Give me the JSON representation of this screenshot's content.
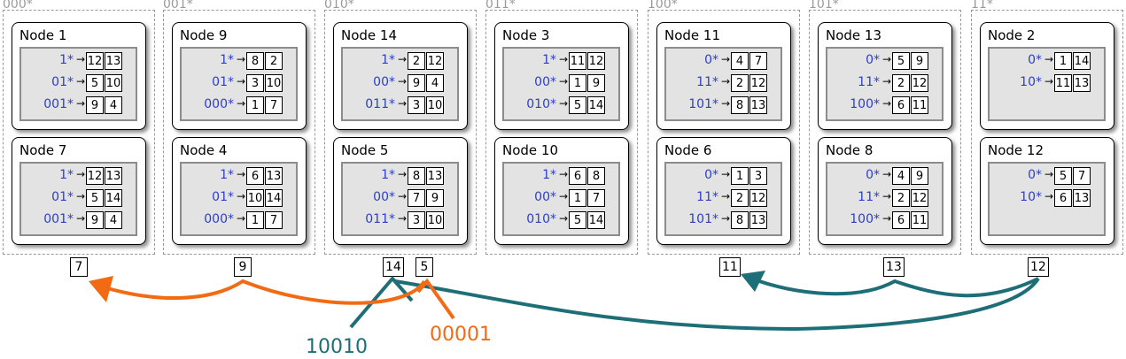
{
  "groups": [
    {
      "label": "000*",
      "nodes": [
        {
          "title": "Node 1",
          "rows": [
            {
              "prefix": "1*",
              "a": "12",
              "b": "13"
            },
            {
              "prefix": "01*",
              "a": "5",
              "b": "10"
            },
            {
              "prefix": "001*",
              "a": "9",
              "b": "4"
            }
          ]
        },
        {
          "title": "Node 7",
          "rows": [
            {
              "prefix": "1*",
              "a": "12",
              "b": "13"
            },
            {
              "prefix": "01*",
              "a": "5",
              "b": "14"
            },
            {
              "prefix": "001*",
              "a": "9",
              "b": "4"
            }
          ]
        }
      ]
    },
    {
      "label": "001*",
      "nodes": [
        {
          "title": "Node 9",
          "rows": [
            {
              "prefix": "1*",
              "a": "8",
              "b": "2"
            },
            {
              "prefix": "01*",
              "a": "3",
              "b": "10"
            },
            {
              "prefix": "000*",
              "a": "1",
              "b": "7"
            }
          ]
        },
        {
          "title": "Node 4",
          "rows": [
            {
              "prefix": "1*",
              "a": "6",
              "b": "13"
            },
            {
              "prefix": "01*",
              "a": "10",
              "b": "14"
            },
            {
              "prefix": "000*",
              "a": "1",
              "b": "7"
            }
          ]
        }
      ]
    },
    {
      "label": "010*",
      "nodes": [
        {
          "title": "Node 14",
          "rows": [
            {
              "prefix": "1*",
              "a": "2",
              "b": "12"
            },
            {
              "prefix": "00*",
              "a": "9",
              "b": "4"
            },
            {
              "prefix": "011*",
              "a": "3",
              "b": "10"
            }
          ]
        },
        {
          "title": "Node 5",
          "rows": [
            {
              "prefix": "1*",
              "a": "8",
              "b": "13"
            },
            {
              "prefix": "00*",
              "a": "7",
              "b": "9"
            },
            {
              "prefix": "011*",
              "a": "3",
              "b": "10"
            }
          ]
        }
      ]
    },
    {
      "label": "011*",
      "nodes": [
        {
          "title": "Node 3",
          "rows": [
            {
              "prefix": "1*",
              "a": "11",
              "b": "12"
            },
            {
              "prefix": "00*",
              "a": "1",
              "b": "9"
            },
            {
              "prefix": "010*",
              "a": "5",
              "b": "14"
            }
          ]
        },
        {
          "title": "Node 10",
          "rows": [
            {
              "prefix": "1*",
              "a": "6",
              "b": "8"
            },
            {
              "prefix": "00*",
              "a": "1",
              "b": "7"
            },
            {
              "prefix": "010*",
              "a": "5",
              "b": "14"
            }
          ]
        }
      ]
    },
    {
      "label": "100*",
      "nodes": [
        {
          "title": "Node 11",
          "rows": [
            {
              "prefix": "0*",
              "a": "4",
              "b": "7"
            },
            {
              "prefix": "11*",
              "a": "2",
              "b": "12"
            },
            {
              "prefix": "101*",
              "a": "8",
              "b": "13"
            }
          ]
        },
        {
          "title": "Node 6",
          "rows": [
            {
              "prefix": "0*",
              "a": "1",
              "b": "3"
            },
            {
              "prefix": "11*",
              "a": "2",
              "b": "12"
            },
            {
              "prefix": "101*",
              "a": "8",
              "b": "13"
            }
          ]
        }
      ]
    },
    {
      "label": "101*",
      "nodes": [
        {
          "title": "Node 13",
          "rows": [
            {
              "prefix": "0*",
              "a": "5",
              "b": "9"
            },
            {
              "prefix": "11*",
              "a": "2",
              "b": "12"
            },
            {
              "prefix": "100*",
              "a": "6",
              "b": "11"
            }
          ]
        },
        {
          "title": "Node 8",
          "rows": [
            {
              "prefix": "0*",
              "a": "4",
              "b": "9"
            },
            {
              "prefix": "11*",
              "a": "2",
              "b": "12"
            },
            {
              "prefix": "100*",
              "a": "6",
              "b": "11"
            }
          ]
        }
      ]
    },
    {
      "label": "11*",
      "nodes": [
        {
          "title": "Node 2",
          "rows": [
            {
              "prefix": "0*",
              "a": "1",
              "b": "14"
            },
            {
              "prefix": "10*",
              "a": "11",
              "b": "13"
            }
          ]
        },
        {
          "title": "Node 12",
          "rows": [
            {
              "prefix": "0*",
              "a": "5",
              "b": "7"
            },
            {
              "prefix": "10*",
              "a": "6",
              "b": "13"
            }
          ]
        }
      ]
    }
  ],
  "lookup_boxes": [
    "7",
    "9",
    "14",
    "5",
    "11",
    "13",
    "12"
  ],
  "arrow_glyph": "→",
  "bit_labels": {
    "teal": "10010",
    "orange": "00001"
  },
  "colors": {
    "prefix": "#2d3fc4",
    "teal": "#1e6e78",
    "orange": "#f26a14",
    "group_border": "#9a9a9a"
  }
}
